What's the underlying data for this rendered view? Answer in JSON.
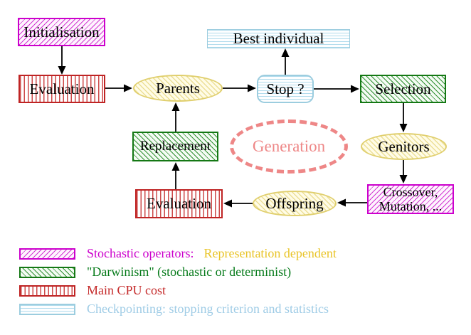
{
  "nodes": {
    "initialisation": {
      "label": "Initialisation"
    },
    "evaluation_top": {
      "label": "Evaluation"
    },
    "parents": {
      "label": "Parents"
    },
    "best_individual": {
      "label": "Best individual"
    },
    "stop": {
      "label": "Stop ?"
    },
    "selection": {
      "label": "Selection"
    },
    "replacement": {
      "label": "Replacement"
    },
    "generation": {
      "label": "Generation"
    },
    "genitors": {
      "label": "Genitors"
    },
    "evaluation_bottom": {
      "label": "Evaluation"
    },
    "offspring": {
      "label": "Offspring"
    },
    "crossover": {
      "line1": "Crossover,",
      "line2": "Mutation, ..."
    }
  },
  "legend": {
    "rows": [
      {
        "label1": "Stochastic operators:",
        "label2": "Representation dependent"
      },
      {
        "label1": "\"Darwinism\" (stochastic or determinist)"
      },
      {
        "label1": "Main CPU cost"
      },
      {
        "label1": "Checkpointing: stopping criterion and statistics"
      }
    ]
  },
  "palette": {
    "magenta": "#cc00cc",
    "green": "#147814",
    "green_text": "#077b1b",
    "red": "#bf2424",
    "red_text": "#c52b2b",
    "cyan": "#9ccddf",
    "cyan_text": "#9fcce6",
    "yellow_border": "#e0cf6e",
    "yellow_fill": "#fffce7",
    "gold_text": "#e9c428",
    "salmon": "#ee8787",
    "arrow": "#000000",
    "background": "#ffffff"
  }
}
